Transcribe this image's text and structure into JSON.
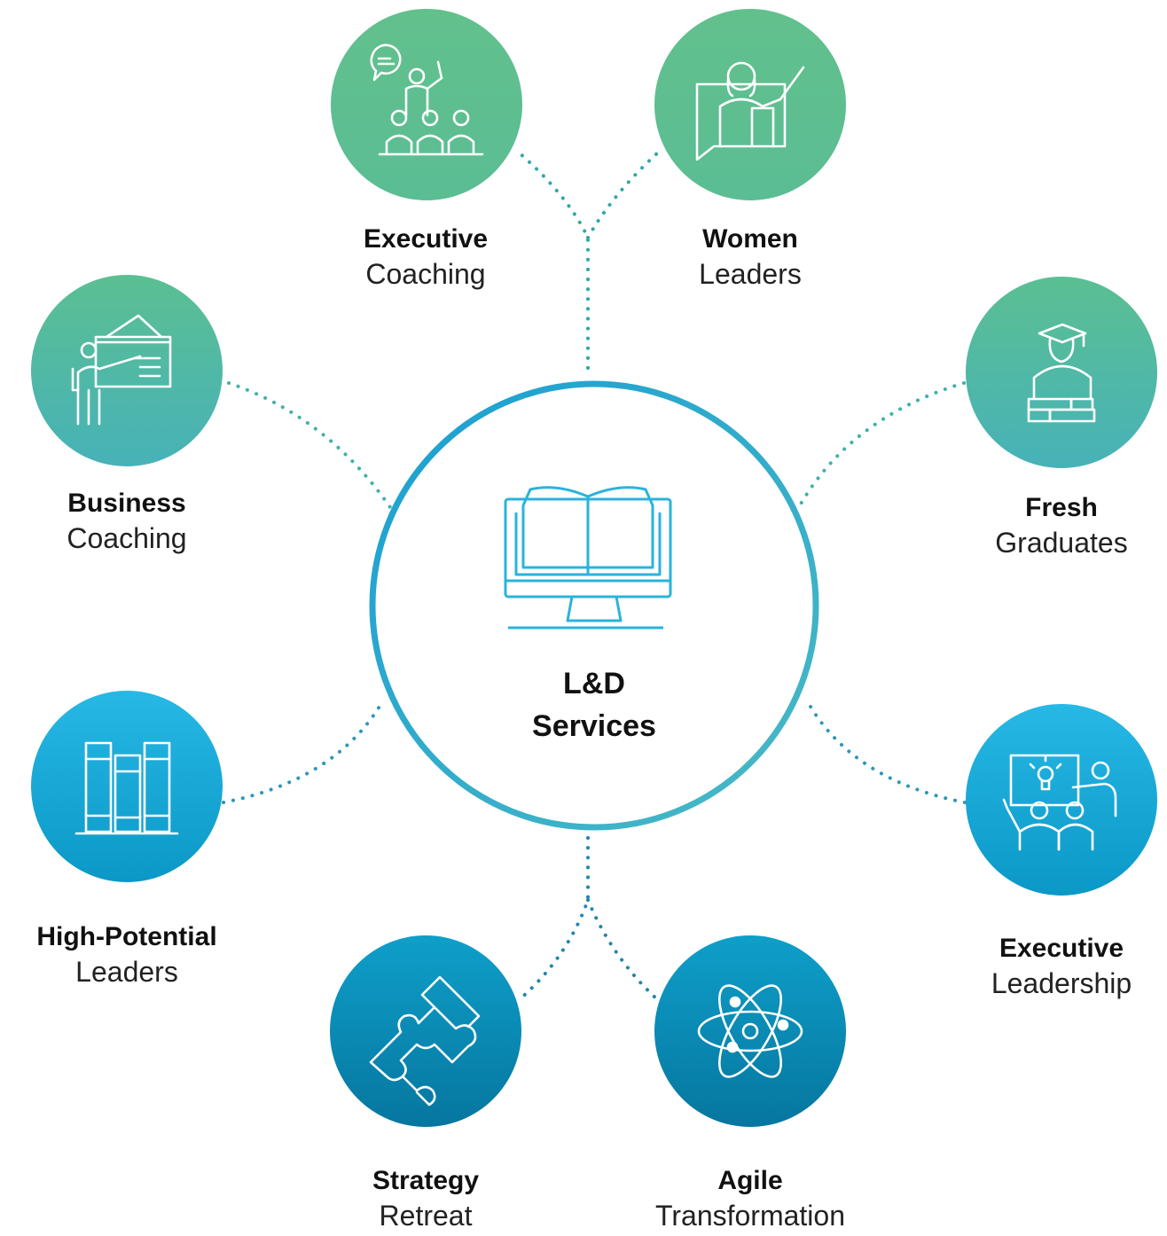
{
  "center": {
    "line1": "L&D",
    "line2": "Services",
    "icon": "book-monitor-icon"
  },
  "services": [
    {
      "id": "executive-coaching",
      "bold": "Executive",
      "light": "Coaching",
      "icon": "presenter-audience-icon",
      "color_top": "#5fbf8f",
      "color_bottom": "#5fbf8f"
    },
    {
      "id": "women-leaders",
      "bold": "Women",
      "light": "Leaders",
      "icon": "woman-teacher-icon",
      "color_top": "#5fbf8f",
      "color_bottom": "#5fbf8f"
    },
    {
      "id": "business-coaching",
      "bold": "Business",
      "light": "Coaching",
      "icon": "presentation-board-icon",
      "color_top": "#5bbf92",
      "color_bottom": "#4cb4b4"
    },
    {
      "id": "fresh-graduates",
      "bold": "Fresh",
      "light": "Graduates",
      "icon": "graduate-books-icon",
      "color_top": "#5bbf92",
      "color_bottom": "#4cb4b4"
    },
    {
      "id": "high-potential-leaders",
      "bold": "High-Potential",
      "light": "Leaders",
      "icon": "bookshelf-icon",
      "color_top": "#23b4e2",
      "color_bottom": "#0a99c8"
    },
    {
      "id": "executive-leadership",
      "bold": "Executive",
      "light": "Leadership",
      "icon": "idea-meeting-icon",
      "color_top": "#23b4e2",
      "color_bottom": "#0a99c8"
    },
    {
      "id": "strategy-retreat",
      "bold": "Strategy",
      "light": "Retreat",
      "icon": "puzzle-icon",
      "color_top": "#0c9cc6",
      "color_bottom": "#077aa3"
    },
    {
      "id": "agile-transformation",
      "bold": "Agile",
      "light": "Transformation",
      "icon": "atom-icon",
      "color_top": "#0c9cc6",
      "color_bottom": "#077aa3"
    }
  ],
  "colors": {
    "ring_start": "#1a9fd3",
    "ring_end": "#4ab9c4",
    "dot_teal": "#3fb2a7",
    "dot_blue": "#1f80a8",
    "icon_center": "#2bb3dc"
  }
}
